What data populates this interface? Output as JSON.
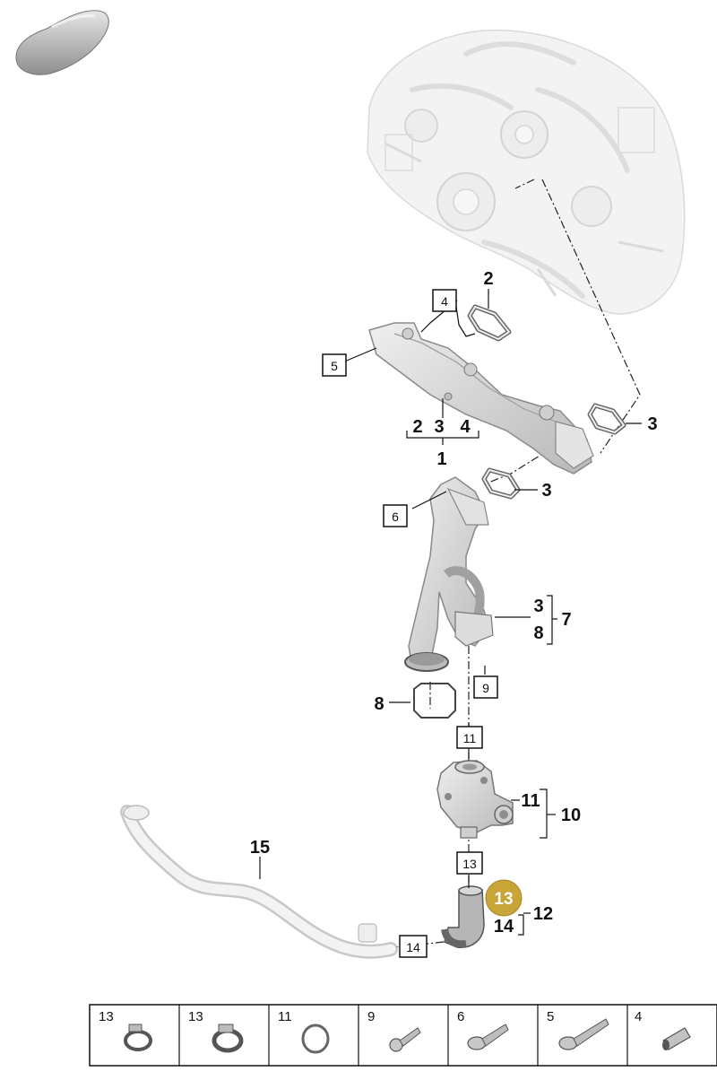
{
  "callouts": {
    "part_1": "1",
    "part_2_top": "2",
    "group_1": [
      "2",
      "3",
      "4"
    ],
    "part_3_right": "3",
    "part_3_mid": "3",
    "box_4": "4",
    "box_5": "5",
    "box_6": "6",
    "group_7": [
      "3",
      "8"
    ],
    "part_7": "7",
    "part_8": "8",
    "box_9": "9",
    "box_11_top": "11",
    "part_11": "11",
    "part_10": "10",
    "box_13": "13",
    "highlight_13": "13",
    "part_14": "14",
    "part_12": "12",
    "box_14": "14",
    "part_15": "15"
  },
  "legend": [
    {
      "number": "13",
      "icon": "hose-clamp-icon"
    },
    {
      "number": "13",
      "icon": "hose-clamp-icon"
    },
    {
      "number": "11",
      "icon": "o-ring-icon"
    },
    {
      "number": "9",
      "icon": "bolt-icon"
    },
    {
      "number": "6",
      "icon": "flange-bolt-icon"
    },
    {
      "number": "5",
      "icon": "flange-bolt-icon"
    },
    {
      "number": "4",
      "icon": "sleeve-icon"
    }
  ],
  "colors": {
    "highlight": "#c9a436",
    "part_fill": "#d9d9d9",
    "engine_ghost": "#ececec",
    "line": "#111111"
  }
}
